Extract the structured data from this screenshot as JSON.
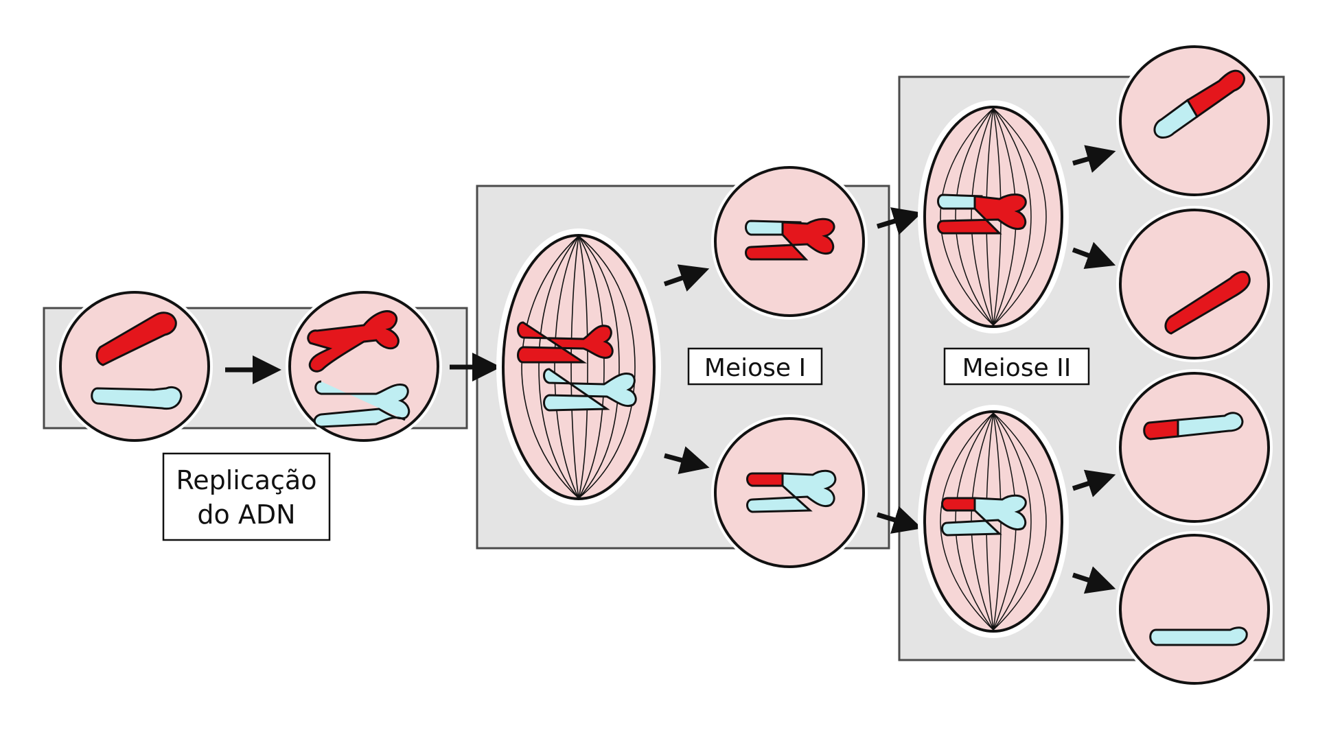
{
  "labels": {
    "replication_line1": "Replicação",
    "replication_line2": "do ADN",
    "meiosis_one": "Meiose I",
    "meiosis_two": "Meiose II"
  },
  "colors": {
    "background": "#ffffff",
    "panel": "#e4e4e4",
    "panel_border": "#4a4a4a",
    "cell_fill": "#f6d6d6",
    "chromosome_red": "#e4161c",
    "chromosome_blue": "#bfeef2",
    "outline": "#111111"
  }
}
